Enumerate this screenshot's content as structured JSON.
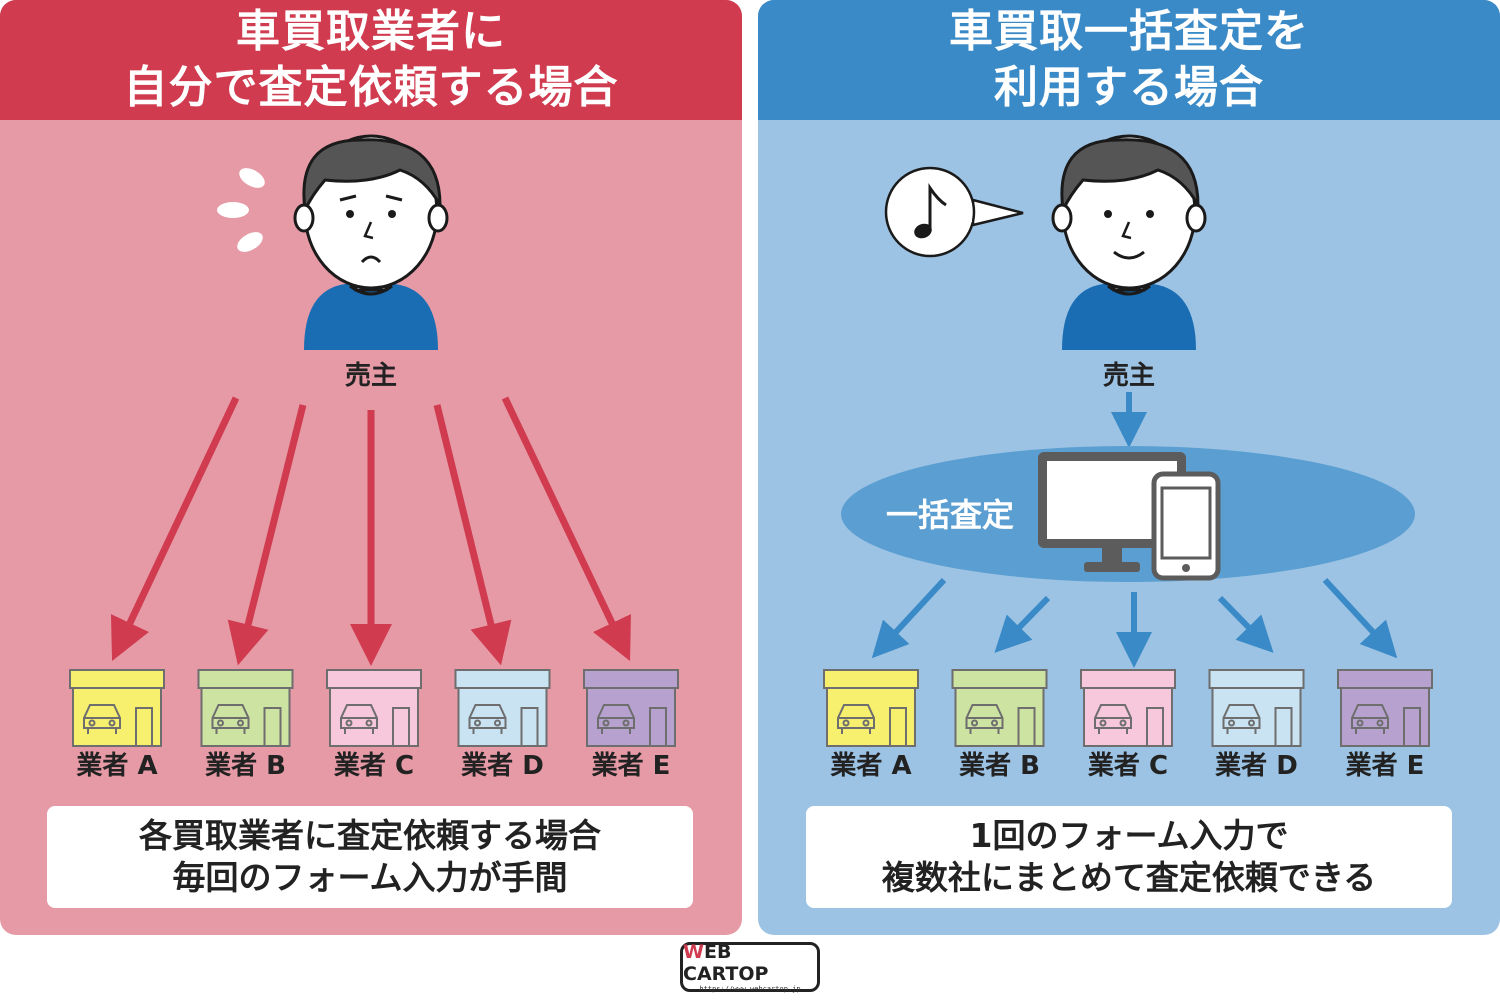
{
  "left": {
    "title_line1": "車買取業者に",
    "title_line2": "自分で査定依頼する場合",
    "seller_label": "売主",
    "dealers": [
      {
        "label": "業者 A",
        "color": "#f7ef6e"
      },
      {
        "label": "業者 B",
        "color": "#cde3a2"
      },
      {
        "label": "業者 C",
        "color": "#f7c8dc"
      },
      {
        "label": "業者 D",
        "color": "#c9e3f2"
      },
      {
        "label": "業者 E",
        "color": "#b7a2cf"
      }
    ],
    "summary_line1": "各買取業者に査定依頼する場合",
    "summary_line2": "毎回のフォーム入力が手間",
    "accent": "#d03b4f"
  },
  "right": {
    "title_line1": "車買取一括査定を",
    "title_line2": "利用する場合",
    "seller_label": "売主",
    "speech_icon": "music-note",
    "service_label": "一括査定",
    "dealers": [
      {
        "label": "業者 A",
        "color": "#f7ef6e"
      },
      {
        "label": "業者 B",
        "color": "#cde3a2"
      },
      {
        "label": "業者 C",
        "color": "#f7c8dc"
      },
      {
        "label": "業者 D",
        "color": "#c9e3f2"
      },
      {
        "label": "業者 E",
        "color": "#b7a2cf"
      }
    ],
    "summary_line1": "1回のフォーム入力で",
    "summary_line2": "複数社にまとめて査定依頼できる",
    "accent": "#3a8ac7"
  },
  "logo": {
    "brand_w": "W",
    "brand_rest": "EB CARTOP",
    "url": "https://www.webcartop.jp"
  }
}
